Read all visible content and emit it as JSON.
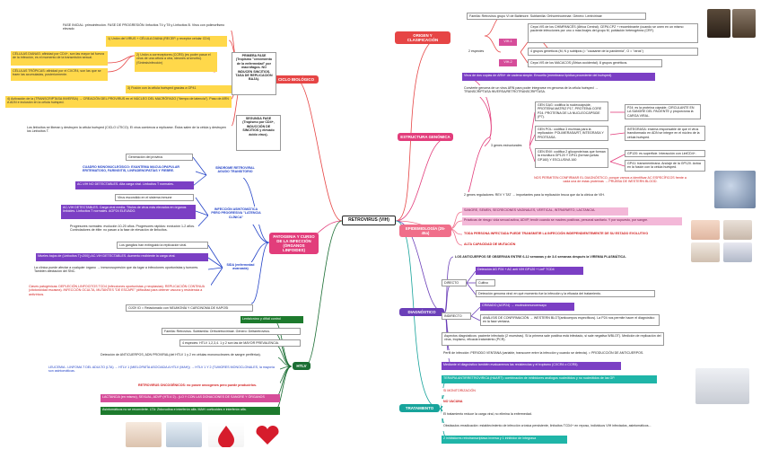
{
  "center": "RETROVIRUS (VIH)",
  "left": {
    "ciclo": {
      "label": "CICLO BIOLÓGICO",
      "fase": "FASE INICIAL: primoinfección. FASE DE PROGRESIÓN: linfocitos T4 y T8 y Linfocitos B. Virus con polimorfismo elevado",
      "union": "1) Unión del VIRUS + CÉLULA DIANA (RECEP. y receptor celular CD4)",
      "celulas_dianas": "CÉLULAS DIANAS: afinidad por CD4+, son las mayor tal fuerza de la infección, es el momento de la transmisión sexual.",
      "celulas_tropicas": "CÉLULAS TRÓPICAS: afinidad por el CXCR4, son las que se traen las acumuladas, posteriormente.",
      "correceptores": "2) Unión a correceptores (CCR5) (es poder pasar el virus de una célula a otra, ideones al síncitio). (Síntesisinfección)",
      "fusion": "3) Fusión con la célula huésped gracias a GP41",
      "activacion": "4) Activación de la (TRANSCRIPTASA INVERSA) → CREACIÓN DEL PROVIRUS en el NÚCLEO DEL MACRÓFAGO (\"tiempo de latencia\"). Paso de ARN A ADN e inclusión en la célula huésped.",
      "primera_fase": "PRIMERA FASE (Tropismo \"crecimiento de la enfermedad\" por macrófagos. NO INDUCEN SINCITIOS. TASA DE REPLICACIÓN BAJA).",
      "linfocitos": "Los linfocitos se liberan y destruyen la célula huésped (CICLO LÍTICO). El virus comienza a replicarse. Éstos salen de la célula y destruyen los Linfocitos T.",
      "segunda_fase": "SEGUNDA FASE (Tropismo por CD4+, INDUCCIÓN DE SINCITIOS y elevado ácido virus)."
    },
    "patogenia": {
      "label": "PATOGENIA Y CURSO DE LA INFECCIÓN (ÓRGANOS LINFOIDES)",
      "sindrome": "SÍNDROME RETROVIRAL AGUDO TRANSITORIO",
      "generacion": "Generación del provirus",
      "cuadro": "CUADRO MONONUCLEÓSICO: EXANTEMA MACULOPAPULAR ERITEMATOSO, FARINGITIS, LINFADENOPATÍAS Y FIEBRE.",
      "ac_no": "AC-VIH NO DETECTABLES. Alta carga viral. Linfocitos T normales.",
      "asintomatica": "INFECCIÓN ASINTOMÁTICA PERO PROGRESIVA \"LATENCIA CLÍNICA\"",
      "virus_escondido": "Virus escondido en el sistema inmune",
      "ac_detectables": "AC-VIH DETECTABLES. Carga viral media. Títulos de virus más elevados en órganos linfoides. Linfocitos T normales. AGP24 ELEVADO.",
      "progresores": "Progresores normales: evolución 10-20 años. Progresores rápidos: evolución 1-2 años. Controladores de élite: no pasan a la fase de elevación de linfocitos.",
      "sida": "SIDA (enfermedad avanzada)",
      "ganglios": "Los ganglios han extinguido la replicación viral.",
      "niveles": "Niveles bajos de (Linfocitos T(<200)) AC-VIH DETECTABLES. Aumento recibiente la carga viral.",
      "clinica": "La clínica puede afectar a cualquier órgano → inmunosupresión que da lugar a infecciones oportunistas y tumores. También afectación del SNC.",
      "claves": "Claves patogénicas: DEPLECIÓN LINFOCITOS TCD4 (infecciones oportunistas y neoplasias). REPLICACIÓN CONTINUA (citotoxicidad escasea). INFECCIÓN OCULTA, MUTANTES \"DE ESCAPE\" (dificultad para obtener vacuna y resistencia a antivíricos.",
      "ojo": "OJO!! ID = Relacionado con NEUMONÍA Y CARCINOMA DE KAPOSI"
    },
    "htlv": {
      "label": "HTLV",
      "lenta": "Lenta/cróno y difícil control",
      "familia": "Familia: Retrovirus. Subfamilia: Orthoretrovirinae. Género: Deltaretrovirus.",
      "especies": "4 especies: HTLV 1,2,3,4. 1 y 2 son las de MAYOR PREVALENCIA.",
      "deteccion": "Detección de ANTICUERPOS, ADN PROVIRAL(del HTLV 1 y 2 en células mononucleares de sangre periférica).",
      "leucemia": "LEUCEMIA - LINFOMA T DEL ADULTO (LTA) → HTLV 1 (MIELOPATÍA ASOCIADA A HTLV (MAH)) → HTLV 1 Y 2 (TUMORES MONOCLONALES, la mayoría son asintomáticas.",
      "retrovirus_onco": "RETROVIRUS ONCOGÉNICOS: no posee oncogenes pero puede producirlos.",
      "lactancia": "LACTANCIA (en mismo), SEXUAL, ADVP (HTLV 2) - (LO Y CON LAS DONACIONES DE SANGRE Y ÓRGANOS",
      "asintomaticos": "Asintomáticos no se reconvierte. LTA: Zidovudina e interferón alfa. MAH: corticoides e interferón alfa."
    }
  },
  "right": {
    "origen": {
      "label": "ORIGEN Y CLASIFICACIÓN",
      "familia": "Familia: Retrovirus grupo VI de Baltimore. Subfamilia: Orthoretrovirinae. Género: Lentivirinae",
      "especies": "2 especies",
      "vih1": "VIH-1",
      "vih2": "VIH-2",
      "cepa_vih1": "Cepa VIS de los CHIMPANCÉS (África Central). CEPA CPZ + recombinante (cuando se unen en un mismo paciente infecciones por uno o más linajes del grupo M, población heterogénea (CRF).",
      "grupos1": "4 grupos genéticos (M, N y subtipos (= \"causante de la pandemia\", O = \"otros\")",
      "cepa_vih2": "Cepa VIS de los MACACOS (África occidental). 8 grupos genéticos."
    },
    "estructura": {
      "label": "ESTRUCTURA GENÓMICA",
      "virus_2_ARN": "Virus de dos copias de ARN+ de cadena simple. Envuelto (membrana lipídica procedente del huésped).",
      "convierte": "Convierte genoma de un virus ARN para poder integrarse en genoma de la célula huésped → TRANSCRIPTASA INVERSA/RETROTRANSCRIPTASA.",
      "genes": "3 genes estructurales",
      "gag": "GEN GAG: codifica la nucleocápside, PROTEÍNA MATRIZ P17, PROTEÍNA CORE P24. PROTEÍNA DE LA NUCLEOCÁPSIDE (P7).",
      "p24": "P24: es la proteína cápside, CIRCULANTE EN LA SANGRE DEL PACIENTE y proporciona la CARGA VIRAL.",
      "pol": "GEN POL: codifica 3 enzimas para la replicación: POLIMERASA/RT, INTEGRASA Y PROTEASA.",
      "integrasa": "INTEGRASA: enzima responsable de que el virus transformado en ADN se integre en el núcleo de la célula huésped.",
      "env": "GEN ENV: codifica 2 glicoproteínas que forman la envoltura GP120 Y GP41 (forman juntas GP160) Y ESCLUSIVA 160",
      "gp120": "GP120: es superficie. Interacción con LinfCD4+.",
      "gp41": "GP41: transmembrana. Anclaje de la GP120. Actúa en la fusión con la célula huésped.",
      "mutaciones": "NOS PERMITEN CONFIRMAR EL DIAGNÓSTICO, porque vamos a identificar AC ESPECÍFICOS frente a cada una de estas proteínas → PRUEBA DE WESTERN BLOOD.",
      "reguladores": "2 genes reguladores: REV Y TAT → importantes para la replicación bruca que da la clínica de VIH."
    },
    "epidemiologia": {
      "label": "EPIDEMIOLOGÍA (25-45a)",
      "sangre": "SANGRE, SEMEN, SECRECIONES VAGINALES, VERTICAL, INTRAPARTO, LACTANCIA.",
      "practicas": "Prácticas de riesgo: vida sexual activa, ADVP, tendir cuando se madres positivas, personal sanitario. Y por supuesto, por sangre.",
      "toda": "TODA PERSONA INFECTADA PUEDE TRANSMITIR LA INFECCIÓN INDEPENDIENTEMENTE DE SU ESTADO EVOLUTIVO",
      "alta": "ALTA CAPACIDAD DE MUTACIÓN"
    },
    "diagnostico": {
      "label": "DIAGNÓSTICO",
      "anticuerpos": "LOS ANTICUERPOS SE OBSERVAN ENTRE 6-12 semanas y de 3-6 semanas después la VIREMIA PLASMÁTICA.",
      "directo": "DIRECTO",
      "deteccion_ag": "Detección AG P24 + AC anti VIH GP120 + LinF TCD4",
      "cultivo": "Cultivo",
      "deteccion_genoma": "Detección genoma viral: en qué momento fue la infección y la eficacia del tratamiento.",
      "indirecto": "INDIRECTO",
      "cribado": "CRIBADO (AGP24) → enzimoinmunoensayo",
      "analisis": "ANÁLISIS DE CONFIRMACIÓN → WESTERN BLOT(anticuerpos específicos). La P24 nos permite hacer el diagnóstico en la fase ventana.",
      "aspectos": "Aspectos diagnósticos: paciente infectado (2 muestras). Si la primera sale positiva está infectado, si sale negativa WBLOT). Medición de replicación del virus, tropismo, eficacia tratamiento (PCR).",
      "perfil": "Perfil de infección: PERIODO VENTANA (variable, transcurre entre la infección y cuando se detecta). = PRODUCCIÓN DE ANTICUERPOS.",
      "mediante": "Mediante el diagnóstico también evaluaremos las resistencias y el tropismo (CXCR4 o CCR5)."
    },
    "tratamiento": {
      "label": "TRATAMIENTO",
      "terapia": "TERAPIA ANTIRRETROVIRICA (HAART): combinación de inhibidores análogos nucleótidos y no nucleótidos de las GP.",
      "monitorizacion": "SI MONITORIZACIÓN",
      "no_vacuna": "NO VACUNA",
      "reduce": "El tratamiento reduce la carga viral, no elimina la enfermedad.",
      "objetivos": "Obstáculos erradicación: establecimiento de infección crónica persistente, linfocitos TCD4+ en reposo, individuos VIH infectados, asintomáticos...",
      "inhibidores": "2 inhibidores retrotranscriptasa inversa y 1 inhibidor de integrasa"
    }
  }
}
